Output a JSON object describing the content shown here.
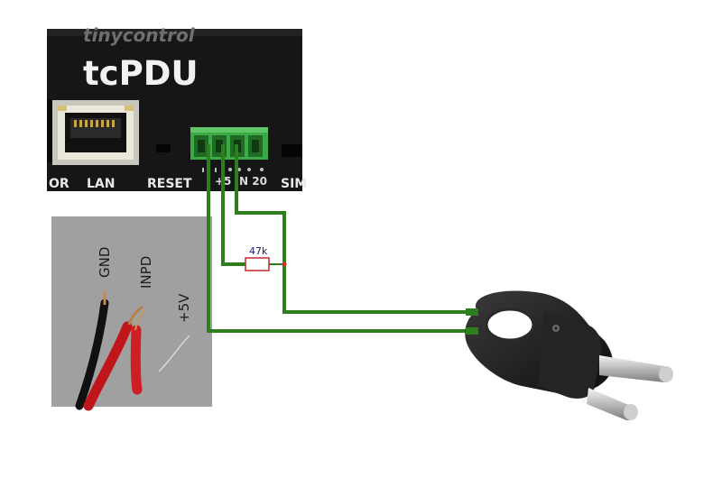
{
  "device": {
    "brand": "tinycontrol",
    "model": "tcPDU",
    "port_labels": [
      "OR",
      "LAN",
      "RESET",
      "SIM"
    ],
    "terminal_label": "+5 IN 20"
  },
  "photo": {
    "wire_labels": [
      "GND",
      "INPD",
      "+5V"
    ]
  },
  "resistor": {
    "label": "47k"
  },
  "colors": {
    "wire": "#2e7d1f",
    "device_body": "#161616",
    "terminal_block": "#3cab45",
    "resistor_outline": "#c62828",
    "photo_background": "#9d9d9d",
    "plug_body": "#1b1b1b"
  }
}
